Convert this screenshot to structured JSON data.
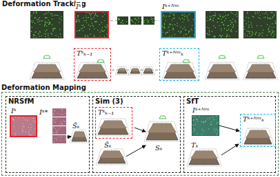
{
  "diagram": {
    "nodes": [
      {
        "text": [
          "Deformation Tracking"
        ]
      },
      {
        "text": [
          "Iᵏ"
        ],
        "in": 0
      },
      {
        "text": [
          "Iᵏ⁺ᴺᵐ"
        ],
        "in": 0
      },
      {
        "text": [
          "Tᵏₖ₋₁"
        ],
        "in": 0
      },
      {
        "text": [
          "Tᵏ⁺ᴺᵐₖ"
        ],
        "in": 0
      },
      {
        "text": [
          "Deformation Mapping"
        ]
      },
      {
        "text": [
          "NRSfM"
        ],
        "in": 5
      },
      {
        "text": [
          "Sim (3)"
        ],
        "in": 5
      },
      {
        "text": [
          "SfT"
        ],
        "in": 5
      },
      {
        "text": [
          "Iᵏ"
        ],
        "in": 6
      },
      {
        "text": [
          "Tᵏₖ₋₁"
        ],
        "in": 7
      },
      {
        "text": [
          "Iᵏ⁺ᴺᵐ"
        ],
        "in": 8
      },
      {
        "text": [
          "Tᵏ⁺ᴺᵐₖ"
        ],
        "in": 8
      }
    ],
    "edges": [
      {
        "from": 11,
        "to": 12,
        "arrow": "to"
      }
    ],
    "labels": [
      "Iᵏ*",
      "Ŝₖ",
      "Ŝₖ",
      "Sₖ",
      "Tₖ"
    ]
  }
}
